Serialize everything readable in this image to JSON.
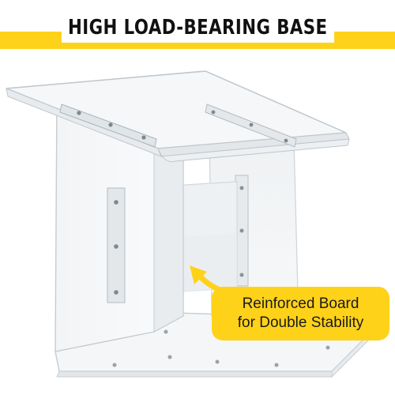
{
  "banner": {
    "title": "HIGH LOAD-BEARING BASE",
    "accent_color": "#ffd21a"
  },
  "callout": {
    "line1": "Reinforced Board",
    "line2": "for Double Stability",
    "background_color": "#ffd21a"
  },
  "photo": {
    "subject_icon": "acrylic-lectern-illustration"
  }
}
